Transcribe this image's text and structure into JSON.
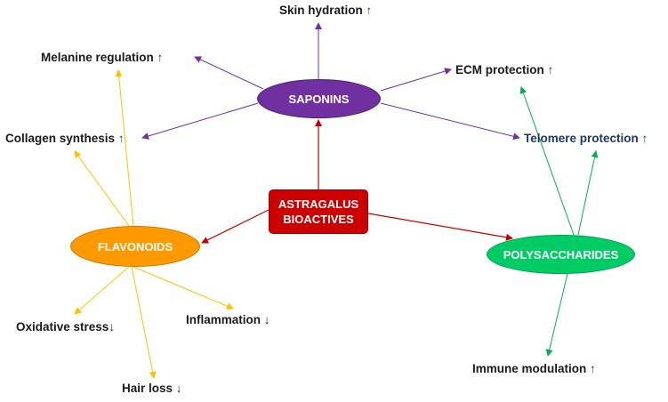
{
  "center": {
    "line1": "ASTRAGALUS",
    "line2": "BIOACTIVES"
  },
  "nodes": {
    "saponins": "SAPONINS",
    "flavonoids": "FLAVONOIDS",
    "polysaccharides": "POLYSACCHARIDES"
  },
  "outcomes": {
    "skin_hydration": {
      "text": "Skin hydration",
      "arrow": "↑"
    },
    "melanine_regulation": {
      "text": "Melanine regulation",
      "arrow": "↑"
    },
    "ecm_protection": {
      "text": "ECM protection",
      "arrow": "↑"
    },
    "collagen_synthesis": {
      "text": "Collagen synthesis",
      "arrow": "↑"
    },
    "telomere_protection": {
      "text": "Telomere protection",
      "arrow": "↑"
    },
    "oxidative_stress": {
      "text": "Oxidative stress",
      "arrow": "↓"
    },
    "inflammation": {
      "text": "Inflammation",
      "arrow": "↓"
    },
    "hair_loss": {
      "text": "Hair loss",
      "arrow": "↓"
    },
    "immune_modulation": {
      "text": "Immune modulation",
      "arrow": "↑"
    }
  },
  "colors": {
    "saponins": "#7030a0",
    "flavonoids": "#ff9900",
    "polysaccharides": "#00cc66",
    "center": "#cc0000",
    "saponin_lines": "#7030a0",
    "flavonoid_lines": "#ffc000",
    "poly_lines": "#00b050",
    "center_lines": "#c00000",
    "up_arrow": "#1f3864"
  }
}
